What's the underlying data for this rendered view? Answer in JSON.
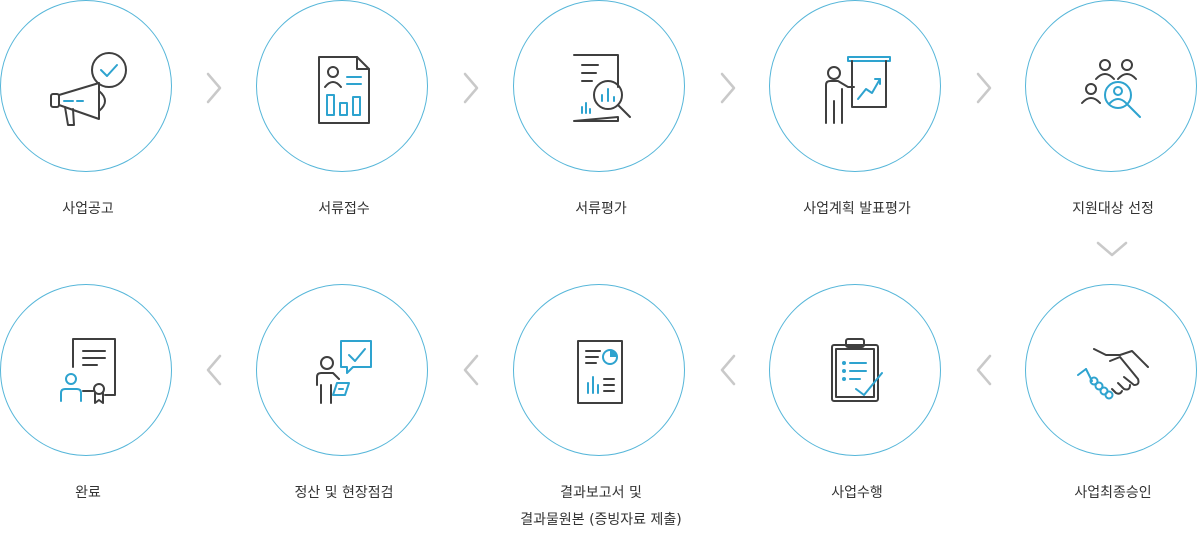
{
  "steps": [
    {
      "label_lines": [
        "사업공고"
      ],
      "icon": "megaphone-check-icon"
    },
    {
      "label_lines": [
        "서류접수"
      ],
      "icon": "document-chart-icon"
    },
    {
      "label_lines": [
        "서류평가"
      ],
      "icon": "document-magnifier-icon"
    },
    {
      "label_lines": [
        "사업계획 발표평가"
      ],
      "icon": "presentation-board-icon"
    },
    {
      "label_lines": [
        "지원대상 선정"
      ],
      "icon": "people-search-icon"
    },
    {
      "label_lines": [
        "사업최종승인"
      ],
      "icon": "handshake-icon"
    },
    {
      "label_lines": [
        "사업수행"
      ],
      "icon": "clipboard-check-icon"
    },
    {
      "label_lines": [
        "결과보고서 및",
        "결과물원본 (증빙자료 제출)"
      ],
      "icon": "report-document-icon"
    },
    {
      "label_lines": [
        "정산 및 현장점검"
      ],
      "icon": "inspector-check-icon"
    },
    {
      "label_lines": [
        "완료"
      ],
      "icon": "certificate-icon"
    }
  ],
  "colors": {
    "accent": "#2ea3cf",
    "circle_border": "#56b6d9",
    "icon_dark": "#3f3f3f",
    "arrow": "#c9c9c9",
    "text": "#333333"
  }
}
